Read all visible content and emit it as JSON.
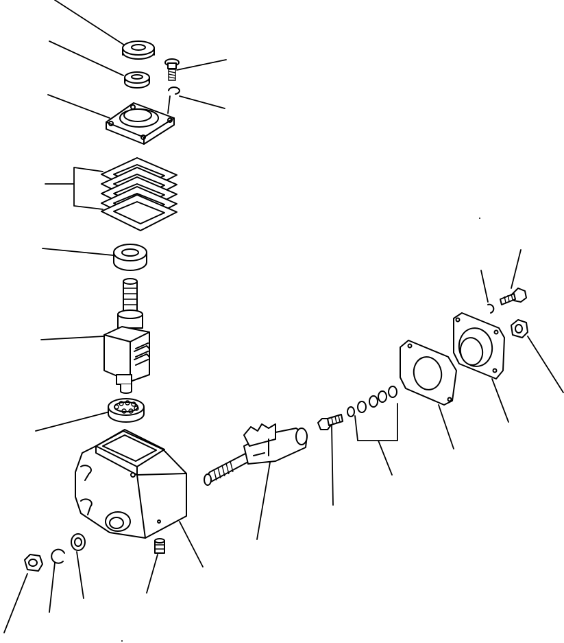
{
  "diagram": {
    "style": "exploded parts drawing (steering gearbox)",
    "line_color": "#000000",
    "background": "#ffffff",
    "parts": [
      {
        "id": "oil-seal",
        "icon": "ring-icon"
      },
      {
        "id": "bearing-race",
        "icon": "ring-icon"
      },
      {
        "id": "cap-bolt",
        "icon": "bolt-icon"
      },
      {
        "id": "lock-washer",
        "icon": "washer-icon"
      },
      {
        "id": "cover-plate",
        "icon": "plate-icon"
      },
      {
        "id": "shim-stack",
        "icon": "shim-icon"
      },
      {
        "id": "upper-bearing",
        "icon": "bearing-icon"
      },
      {
        "id": "worm-shaft",
        "icon": "shaft-icon"
      },
      {
        "id": "lower-bearing",
        "icon": "bearing-icon"
      },
      {
        "id": "gear-housing",
        "icon": "housing-icon"
      },
      {
        "id": "sector-shaft",
        "icon": "shaft-icon"
      },
      {
        "id": "adjusting-screw",
        "icon": "bolt-icon"
      },
      {
        "id": "shim-washers",
        "icon": "washer-icon"
      },
      {
        "id": "side-gasket",
        "icon": "gasket-icon"
      },
      {
        "id": "side-cover",
        "icon": "plate-icon"
      },
      {
        "id": "side-cover-bolt",
        "icon": "bolt-icon"
      },
      {
        "id": "side-cover-washer",
        "icon": "washer-icon"
      },
      {
        "id": "lock-nut",
        "icon": "nut-icon"
      },
      {
        "id": "housing-nut",
        "icon": "nut-icon"
      },
      {
        "id": "snap-ring",
        "icon": "snap-ring-icon"
      },
      {
        "id": "housing-seal",
        "icon": "ring-icon"
      },
      {
        "id": "filler-plug",
        "icon": "plug-icon"
      }
    ]
  }
}
